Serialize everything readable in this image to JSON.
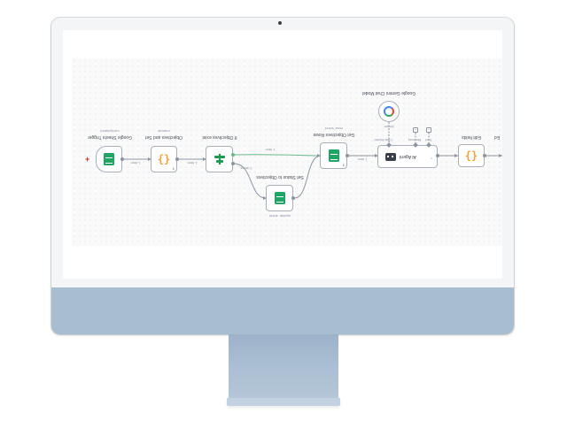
{
  "workflow": {
    "nodes": {
      "trigger": {
        "label": "Google Sheets Trigger",
        "sublabel": "rowUpdated",
        "icon": "google-sheets-icon"
      },
      "set_fields": {
        "label": "Objectives and Set",
        "sublabel": "manual",
        "icon": "braces-icon"
      },
      "filter": {
        "label": "If Objectives exist",
        "icon": "filter-icon"
      },
      "update_sheet": {
        "label": "Set Status to Objectives",
        "sublabel": "update: sheet",
        "icon": "google-sheets-icon"
      },
      "get_rows": {
        "label": "Get Objectives Rows",
        "sublabel": "read: sheet",
        "icon": "google-sheets-icon"
      },
      "ai_agent": {
        "label": "AI Agent",
        "icon": "robot-icon"
      },
      "chat_model": {
        "label": "Google Gemini Chat Model",
        "icon": "gemini-icon"
      },
      "edit_fields": {
        "label": "Edit fields",
        "icon": "braces-icon"
      },
      "end_label": {
        "label": "Ed"
      }
    },
    "edge_labels": {
      "trigger_out": "1 item",
      "set_out": "1 item",
      "filter_true": "1 item",
      "filter_false": "0 items",
      "agent_in": "1 item",
      "agent_model": "Chat Model",
      "agent_memory": "Memory",
      "agent_tool": "Tool",
      "model_out": "Model"
    },
    "counts": {
      "set_fields": "1",
      "get_rows": "1"
    }
  }
}
